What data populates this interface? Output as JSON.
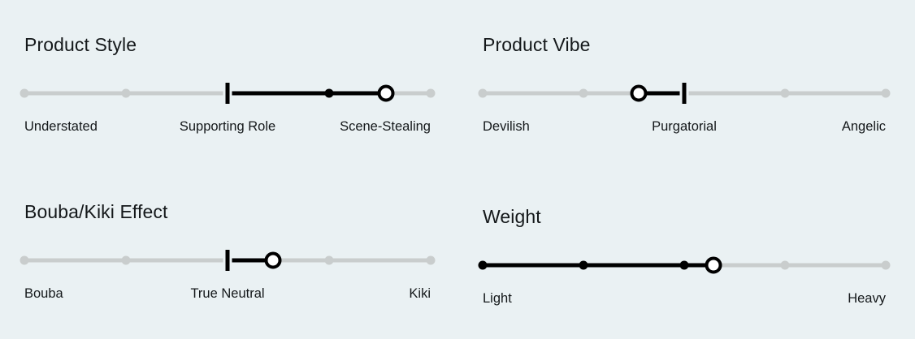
{
  "page": {
    "background_color": "#eaf1f3",
    "text_color": "#14181a",
    "track_color": "#c9cdcd",
    "fill_color": "#000000",
    "handle_fill_color": "#ffffff"
  },
  "sliders": [
    {
      "title": "Product Style",
      "scale_labels": {
        "start": "Understated",
        "mid": "Supporting Role",
        "end": "Scene-Stealing"
      },
      "stops": 5,
      "stop_percents": [
        0,
        25,
        50,
        75,
        100
      ],
      "filled_stop_indices": [
        3
      ],
      "default_tick_percent": 50,
      "handle_percent": 89,
      "fill_start_percent": 50,
      "fill_end_percent": 89
    },
    {
      "title": "Product Vibe",
      "scale_labels": {
        "start": "Devilish",
        "mid": "Purgatorial",
        "end": "Angelic"
      },
      "stops": 5,
      "stop_percents": [
        0,
        25,
        50,
        75,
        100
      ],
      "filled_stop_indices": [],
      "default_tick_percent": 50,
      "handle_percent": 38.8,
      "fill_start_percent": 38.8,
      "fill_end_percent": 50
    },
    {
      "title": "Bouba/Kiki Effect",
      "scale_labels": {
        "start": "Bouba",
        "mid": "True Neutral",
        "end": "Kiki"
      },
      "stops": 5,
      "stop_percents": [
        0,
        25,
        50,
        75,
        100
      ],
      "filled_stop_indices": [],
      "default_tick_percent": 50,
      "handle_percent": 61.2,
      "fill_start_percent": 50,
      "fill_end_percent": 61.2
    },
    {
      "title": "Weight",
      "scale_labels": {
        "start": "Light",
        "mid": "",
        "end": "Heavy"
      },
      "stops": 5,
      "stop_percents": [
        0,
        25,
        50,
        75,
        100
      ],
      "filled_stop_indices": [
        0,
        1,
        2
      ],
      "default_tick_percent": null,
      "handle_percent": 57.3,
      "fill_start_percent": 0,
      "fill_end_percent": 57.3
    }
  ]
}
